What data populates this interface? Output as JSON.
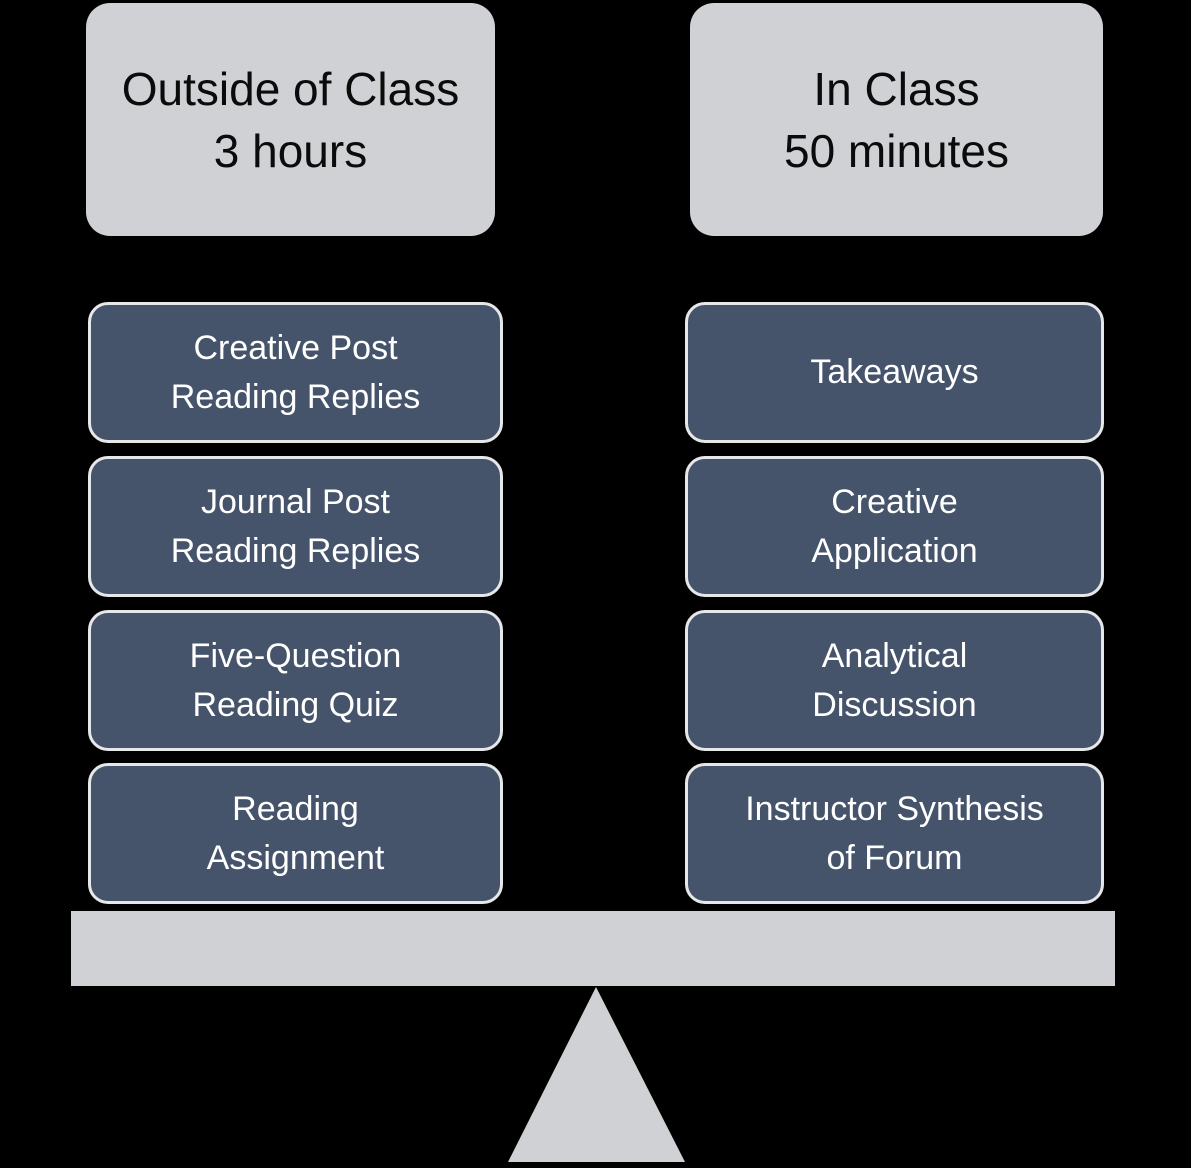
{
  "diagram_type": "balance-seesaw-comparison",
  "colors": {
    "background": "#000000",
    "light_gray": "#CFD1D4",
    "dark_slate": "#45536B",
    "box_border": "#E6E7E9",
    "header_text": "#0B0B0B",
    "box_text": "#FFFFFF"
  },
  "columns": [
    {
      "id": "outside-of-class",
      "header": {
        "lines": [
          "Outside of Class",
          "3 hours"
        ]
      },
      "items": [
        {
          "label": "Creative Post Reading Replies",
          "lines": [
            "Creative Post",
            "Reading Replies"
          ]
        },
        {
          "label": "Journal Post Reading Replies",
          "lines": [
            "Journal Post",
            "Reading Replies"
          ]
        },
        {
          "label": "Five-Question Reading Quiz",
          "lines": [
            "Five-Question",
            "Reading Quiz"
          ]
        },
        {
          "label": "Reading Assignment",
          "lines": [
            "Reading",
            "Assignment"
          ]
        }
      ]
    },
    {
      "id": "in-class",
      "header": {
        "lines": [
          "In Class",
          "50 minutes"
        ]
      },
      "items": [
        {
          "label": "Takeaways",
          "lines": [
            "Takeaways"
          ]
        },
        {
          "label": "Creative Application",
          "lines": [
            "Creative",
            "Application"
          ]
        },
        {
          "label": "Analytical Discussion",
          "lines": [
            "Analytical",
            "Discussion"
          ]
        },
        {
          "label": "Instructor Synthesis of Forum",
          "lines": [
            "Instructor Synthesis",
            "of Forum"
          ]
        }
      ]
    }
  ],
  "balance": {
    "beam": "balance-beam",
    "fulcrum": "fulcrum-triangle"
  }
}
